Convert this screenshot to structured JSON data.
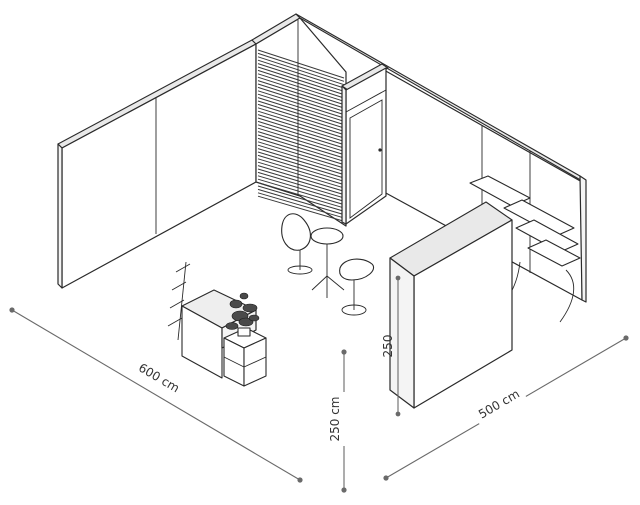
{
  "dimensions": {
    "width_label": "600 cm",
    "depth_label": "500 cm",
    "height_label": "250 cm",
    "panel_height_label": "250"
  },
  "colors": {
    "line": "#2a2a2a",
    "dimension": "#6a6a6a",
    "background": "#ffffff"
  }
}
